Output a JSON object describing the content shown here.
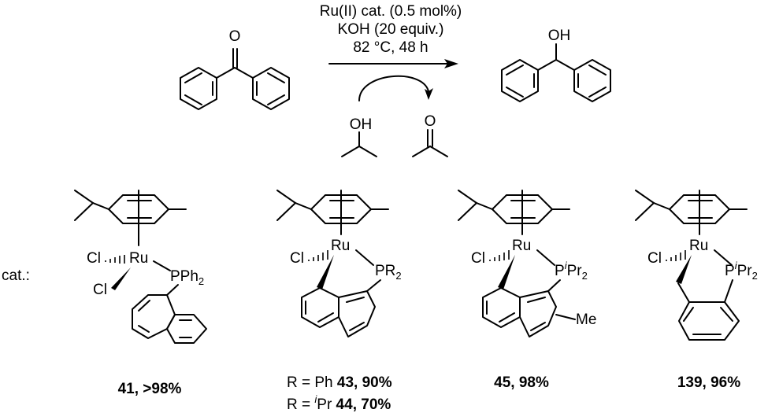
{
  "reaction": {
    "conditions": [
      "Ru(II) cat. (0.5 mol%)",
      "KOH (20 equiv.)",
      "82 °C, 48 h"
    ],
    "product_oh": "OH",
    "reactant_o": "O",
    "ipa_oh": "OH",
    "acetone_o": "O"
  },
  "cat_label": "cat.:",
  "catalysts": [
    {
      "metal": "Ru",
      "cl1": "Cl",
      "cl2": "Cl",
      "ligand_p": "PPh",
      "ligand_sub": "2",
      "num": "41",
      "yield": ">98%"
    },
    {
      "metal": "Ru",
      "cl1": "Cl",
      "ligand_p": "PR",
      "ligand_sub": "2",
      "rows": [
        {
          "prefix": "R = Ph ",
          "num": "43",
          "sep": ", ",
          "yield": "90%"
        },
        {
          "prefix": "R = ",
          "sup": "i",
          "prefix2": "Pr ",
          "num": "44",
          "sep": ", ",
          "yield": "70%"
        }
      ]
    },
    {
      "metal": "Ru",
      "cl1": "Cl",
      "ligand_p": "P",
      "ligand_sup": "i",
      "ligand_pr": "Pr",
      "ligand_sub": "2",
      "me": "Me",
      "num": "45",
      "yield": "98%"
    },
    {
      "metal": "Ru",
      "cl1": "Cl",
      "ligand_p": "P",
      "ligand_sup": "i",
      "ligand_pr": "Pr",
      "ligand_sub": "2",
      "num": "139",
      "yield": "96%"
    }
  ]
}
